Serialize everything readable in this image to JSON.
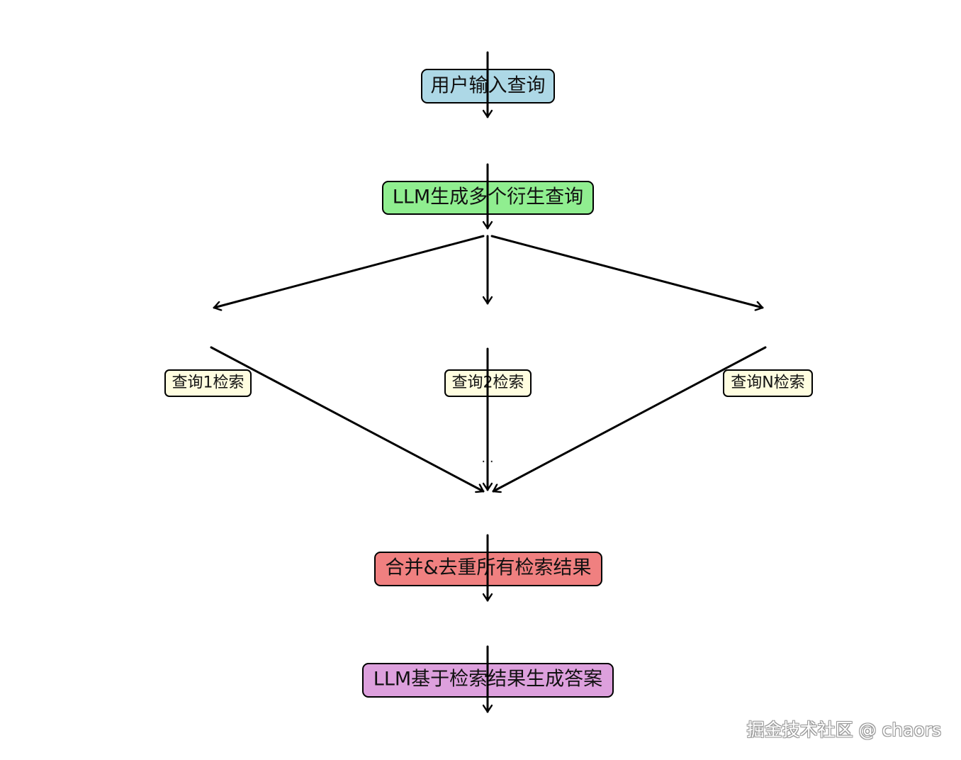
{
  "nodes": {
    "user_query": {
      "label": "用户输入查询",
      "color": "#add8e6"
    },
    "llm_generate": {
      "label": "LLM生成多个衍生查询",
      "color": "#90ee90"
    },
    "query1": {
      "label": "查询1检索",
      "color": "#fffde0"
    },
    "query2": {
      "label": "查询2检索",
      "color": "#fffde0"
    },
    "queryN": {
      "label": "查询N检索",
      "color": "#fffde0"
    },
    "merge": {
      "label": "合并&去重所有检索结果",
      "color": "#f08080"
    },
    "answer": {
      "label": "LLM基于检索结果生成答案",
      "color": "#dda0dd"
    }
  },
  "ellipsis": "...",
  "watermark": "掘金技术社区 @ chaors"
}
